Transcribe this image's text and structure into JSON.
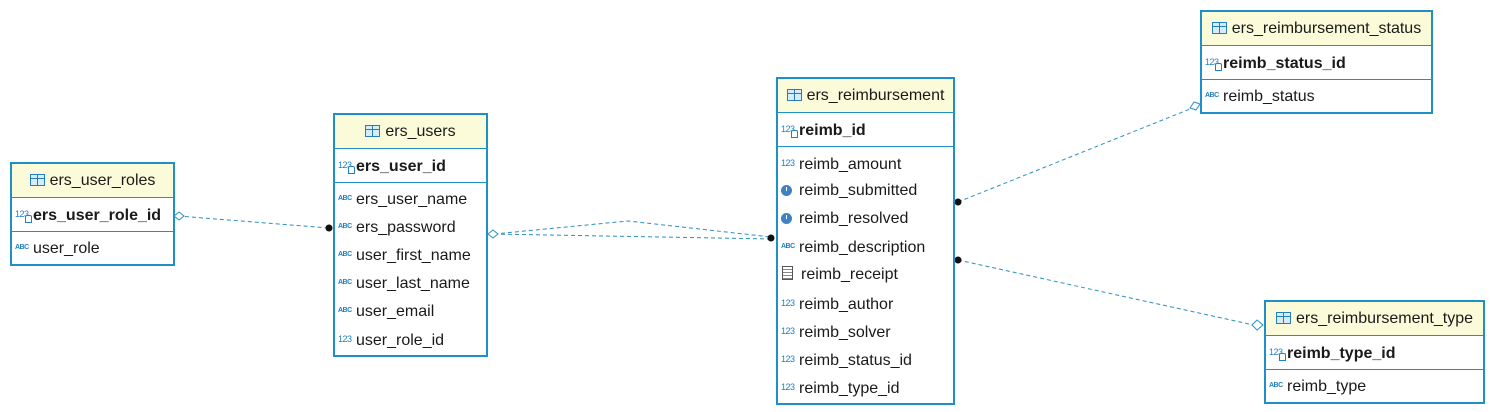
{
  "diagram": {
    "colors": {
      "border": "#1e90c8",
      "header_bg": "#fbfbd9",
      "line": "#2a8fc4",
      "icon": "#2280c0"
    },
    "entities": {
      "ers_user_roles": {
        "title": "ers_user_roles",
        "pk": {
          "name": "ers_user_role_id",
          "icon": "123"
        },
        "columns": [
          {
            "name": "user_role",
            "icon": "abc"
          }
        ]
      },
      "ers_users": {
        "title": "ers_users",
        "pk": {
          "name": "ers_user_id",
          "icon": "123"
        },
        "columns": [
          {
            "name": "ers_user_name",
            "icon": "abc"
          },
          {
            "name": "ers_password",
            "icon": "abc"
          },
          {
            "name": "user_first_name",
            "icon": "abc"
          },
          {
            "name": "user_last_name",
            "icon": "abc"
          },
          {
            "name": "user_email",
            "icon": "abc"
          },
          {
            "name": "user_role_id",
            "icon": "123"
          }
        ]
      },
      "ers_reimbursement": {
        "title": "ers_reimbursement",
        "pk": {
          "name": "reimb_id",
          "icon": "123"
        },
        "columns": [
          {
            "name": "reimb_amount",
            "icon": "123"
          },
          {
            "name": "reimb_submitted",
            "icon": "clock"
          },
          {
            "name": "reimb_resolved",
            "icon": "clock"
          },
          {
            "name": "reimb_description",
            "icon": "abc"
          },
          {
            "name": "reimb_receipt",
            "icon": "blob"
          },
          {
            "name": "reimb_author",
            "icon": "123"
          },
          {
            "name": "reimb_solver",
            "icon": "123"
          },
          {
            "name": "reimb_status_id",
            "icon": "123"
          },
          {
            "name": "reimb_type_id",
            "icon": "123"
          }
        ]
      },
      "ers_reimbursement_status": {
        "title": "ers_reimbursement_status",
        "pk": {
          "name": "reimb_status_id",
          "icon": "123"
        },
        "columns": [
          {
            "name": "reimb_status",
            "icon": "abc"
          }
        ]
      },
      "ers_reimbursement_type": {
        "title": "ers_reimbursement_type",
        "pk": {
          "name": "reimb_type_id",
          "icon": "123"
        },
        "columns": [
          {
            "name": "reimb_type",
            "icon": "abc"
          }
        ]
      }
    },
    "relations": [
      {
        "name": "users-to-user-roles"
      },
      {
        "name": "reimbursement-author-to-users"
      },
      {
        "name": "reimbursement-solver-to-users"
      },
      {
        "name": "reimbursement-to-status"
      },
      {
        "name": "reimbursement-to-type"
      }
    ]
  }
}
